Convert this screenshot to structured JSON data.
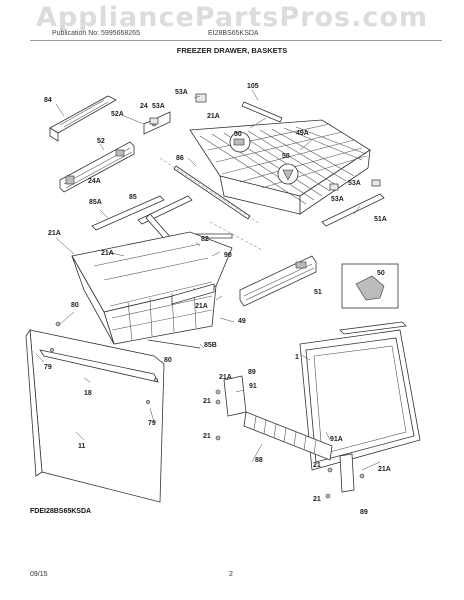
{
  "header": {
    "watermark": "AppliancePartsPros.com",
    "publication": "Publication No: 5995668265",
    "model_code": "EI28BS65KSDA",
    "title": "FREEZER DRAWER, BASKETS"
  },
  "diagram": {
    "model_label": "FDEI28BS65KSDA",
    "callouts": {
      "c84": "84",
      "c52A": "52A",
      "c24_top": "24",
      "c53A_a": "53A",
      "c53A_b": "53A",
      "c105": "105",
      "c21A_top": "21A",
      "c49A": "49A",
      "c50_a": "50",
      "c50_b": "50",
      "c52": "52",
      "c86": "86",
      "c53A_c": "53A",
      "c53A_d": "53A",
      "c51A": "51A",
      "c24A": "24A",
      "c85A": "85A",
      "c85": "85",
      "c21A_left": "21A",
      "c21A_mid": "21A",
      "c82": "82",
      "c90": "90",
      "c50_box": "50",
      "c51": "51",
      "c80": "80",
      "c21A_low": "21A",
      "c49": "49",
      "c85B": "85B",
      "c79_a": "79",
      "c80_b": "80",
      "c18": "18",
      "c79_b": "79",
      "c11": "11",
      "c89_a": "89",
      "c1": "1",
      "c21A_r1": "21A",
      "c91": "91",
      "c21_a": "21",
      "c21_b": "21",
      "c88": "88",
      "c91A": "91A",
      "c21_c": "21",
      "c21A_r2": "21A",
      "c21_d": "21",
      "c89_b": "89"
    }
  },
  "footer": {
    "date": "09/15",
    "page": "2"
  }
}
